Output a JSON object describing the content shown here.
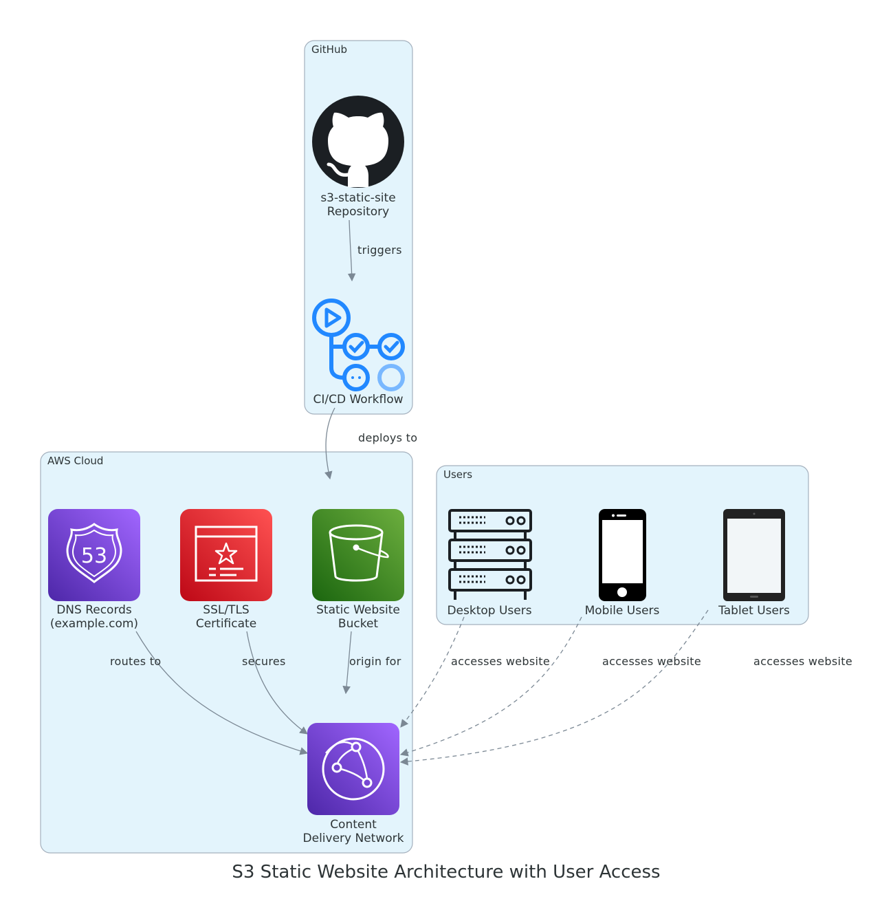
{
  "title": "S3 Static Website Architecture with User Access",
  "clusters": {
    "github": {
      "label": "GitHub"
    },
    "aws": {
      "label": "AWS Cloud"
    },
    "users": {
      "label": "Users"
    }
  },
  "nodes": {
    "repo": {
      "line1": "s3-static-site",
      "line2": "Repository",
      "icon": "github-icon"
    },
    "workflow": {
      "line1": "CI/CD Workflow",
      "icon": "github-actions-icon"
    },
    "dns": {
      "line1": "DNS Records",
      "line2": "(example.com)",
      "icon": "route53-icon"
    },
    "cert": {
      "line1": "SSL/TLS",
      "line2": "Certificate",
      "icon": "certificate-manager-icon"
    },
    "bucket": {
      "line1": "Static Website",
      "line2": "Bucket",
      "icon": "s3-bucket-icon"
    },
    "cdn": {
      "line1": "Content",
      "line2": "Delivery Network",
      "icon": "cloudfront-icon"
    },
    "desktop": {
      "line1": "Desktop Users",
      "icon": "server-rack-icon"
    },
    "mobile": {
      "line1": "Mobile Users",
      "icon": "smartphone-icon"
    },
    "tablet": {
      "line1": "Tablet Users",
      "icon": "tablet-icon"
    }
  },
  "edges": {
    "triggers": "triggers",
    "deploys": "deploys to",
    "routes": "routes to",
    "secures": "secures",
    "origin": "origin for",
    "access_desktop": "accesses website",
    "access_mobile": "accesses website",
    "access_tablet": "accesses website"
  },
  "colors": {
    "cluster_fill": "#e3f4fc",
    "cluster_stroke": "#a4b0bd",
    "edge": "#7b8894",
    "route53": "#8c4fff",
    "acm": "#dd344c",
    "s3": "#3f8624",
    "cloudfront": "#8c4fff",
    "github_actions": "#2188ff"
  }
}
